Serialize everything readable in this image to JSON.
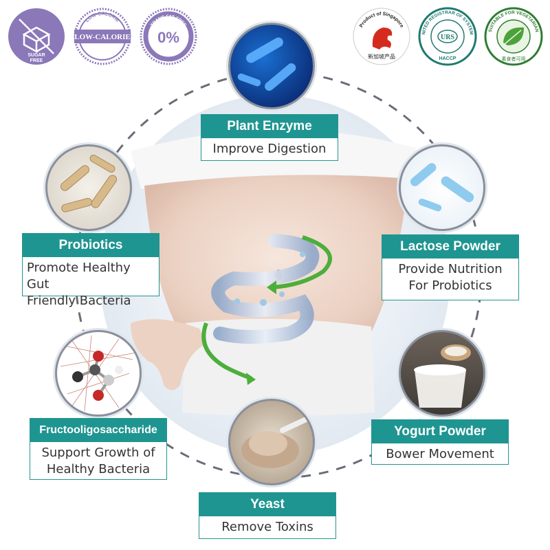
{
  "badges": {
    "sugar_free": {
      "line1": "SUGAR",
      "line2": "FREE",
      "icon": "sugar-cube-icon"
    },
    "low_calorie": {
      "label": "LOW-CALORIE",
      "ring_text": "LOW-CALORIE"
    },
    "trans_fat_free": {
      "value": "0%",
      "ring_text": "TRANS FAT FREE"
    },
    "singapore": {
      "ring_text": "Product of Singapore",
      "chinese": "新加坡产品",
      "icon": "lion-icon"
    },
    "urs": {
      "ring_text": "UNITED REGISTRAR OF SYSTEMS",
      "center": "URS",
      "bottom": "HACCP"
    },
    "vegetarian": {
      "ring_text": "SUITABLE FOR VEGETARIAN",
      "chinese": "素食者可用",
      "icon": "leaf-icon"
    }
  },
  "ingredients": [
    {
      "title": "Plant Enzyme",
      "desc": [
        "Improve Digestion"
      ],
      "image": "bacteria-blue-image"
    },
    {
      "title": "Probiotics",
      "desc": [
        "Promote Healthy Gut",
        "Friendly Bacteria"
      ],
      "image": "bacteria-rod-image"
    },
    {
      "title": "Lactose Powder",
      "desc": [
        "Provide Nutrition",
        "For Probiotics"
      ],
      "image": "bacteria-light-blue-image"
    },
    {
      "title": "Fructooligosaccharide",
      "desc": [
        "Support Growth of",
        "Healthy Bacteria"
      ],
      "image": "molecule-image"
    },
    {
      "title": "Yogurt Powder",
      "desc": [
        "Bower Movement"
      ],
      "image": "yogurt-image"
    },
    {
      "title": "Yeast",
      "desc": [
        "Remove Toxins"
      ],
      "image": "yeast-powder-image"
    }
  ],
  "colors": {
    "teal": "#1f9591",
    "purple": "#8b78b8",
    "dashed": "#6c6c78"
  }
}
